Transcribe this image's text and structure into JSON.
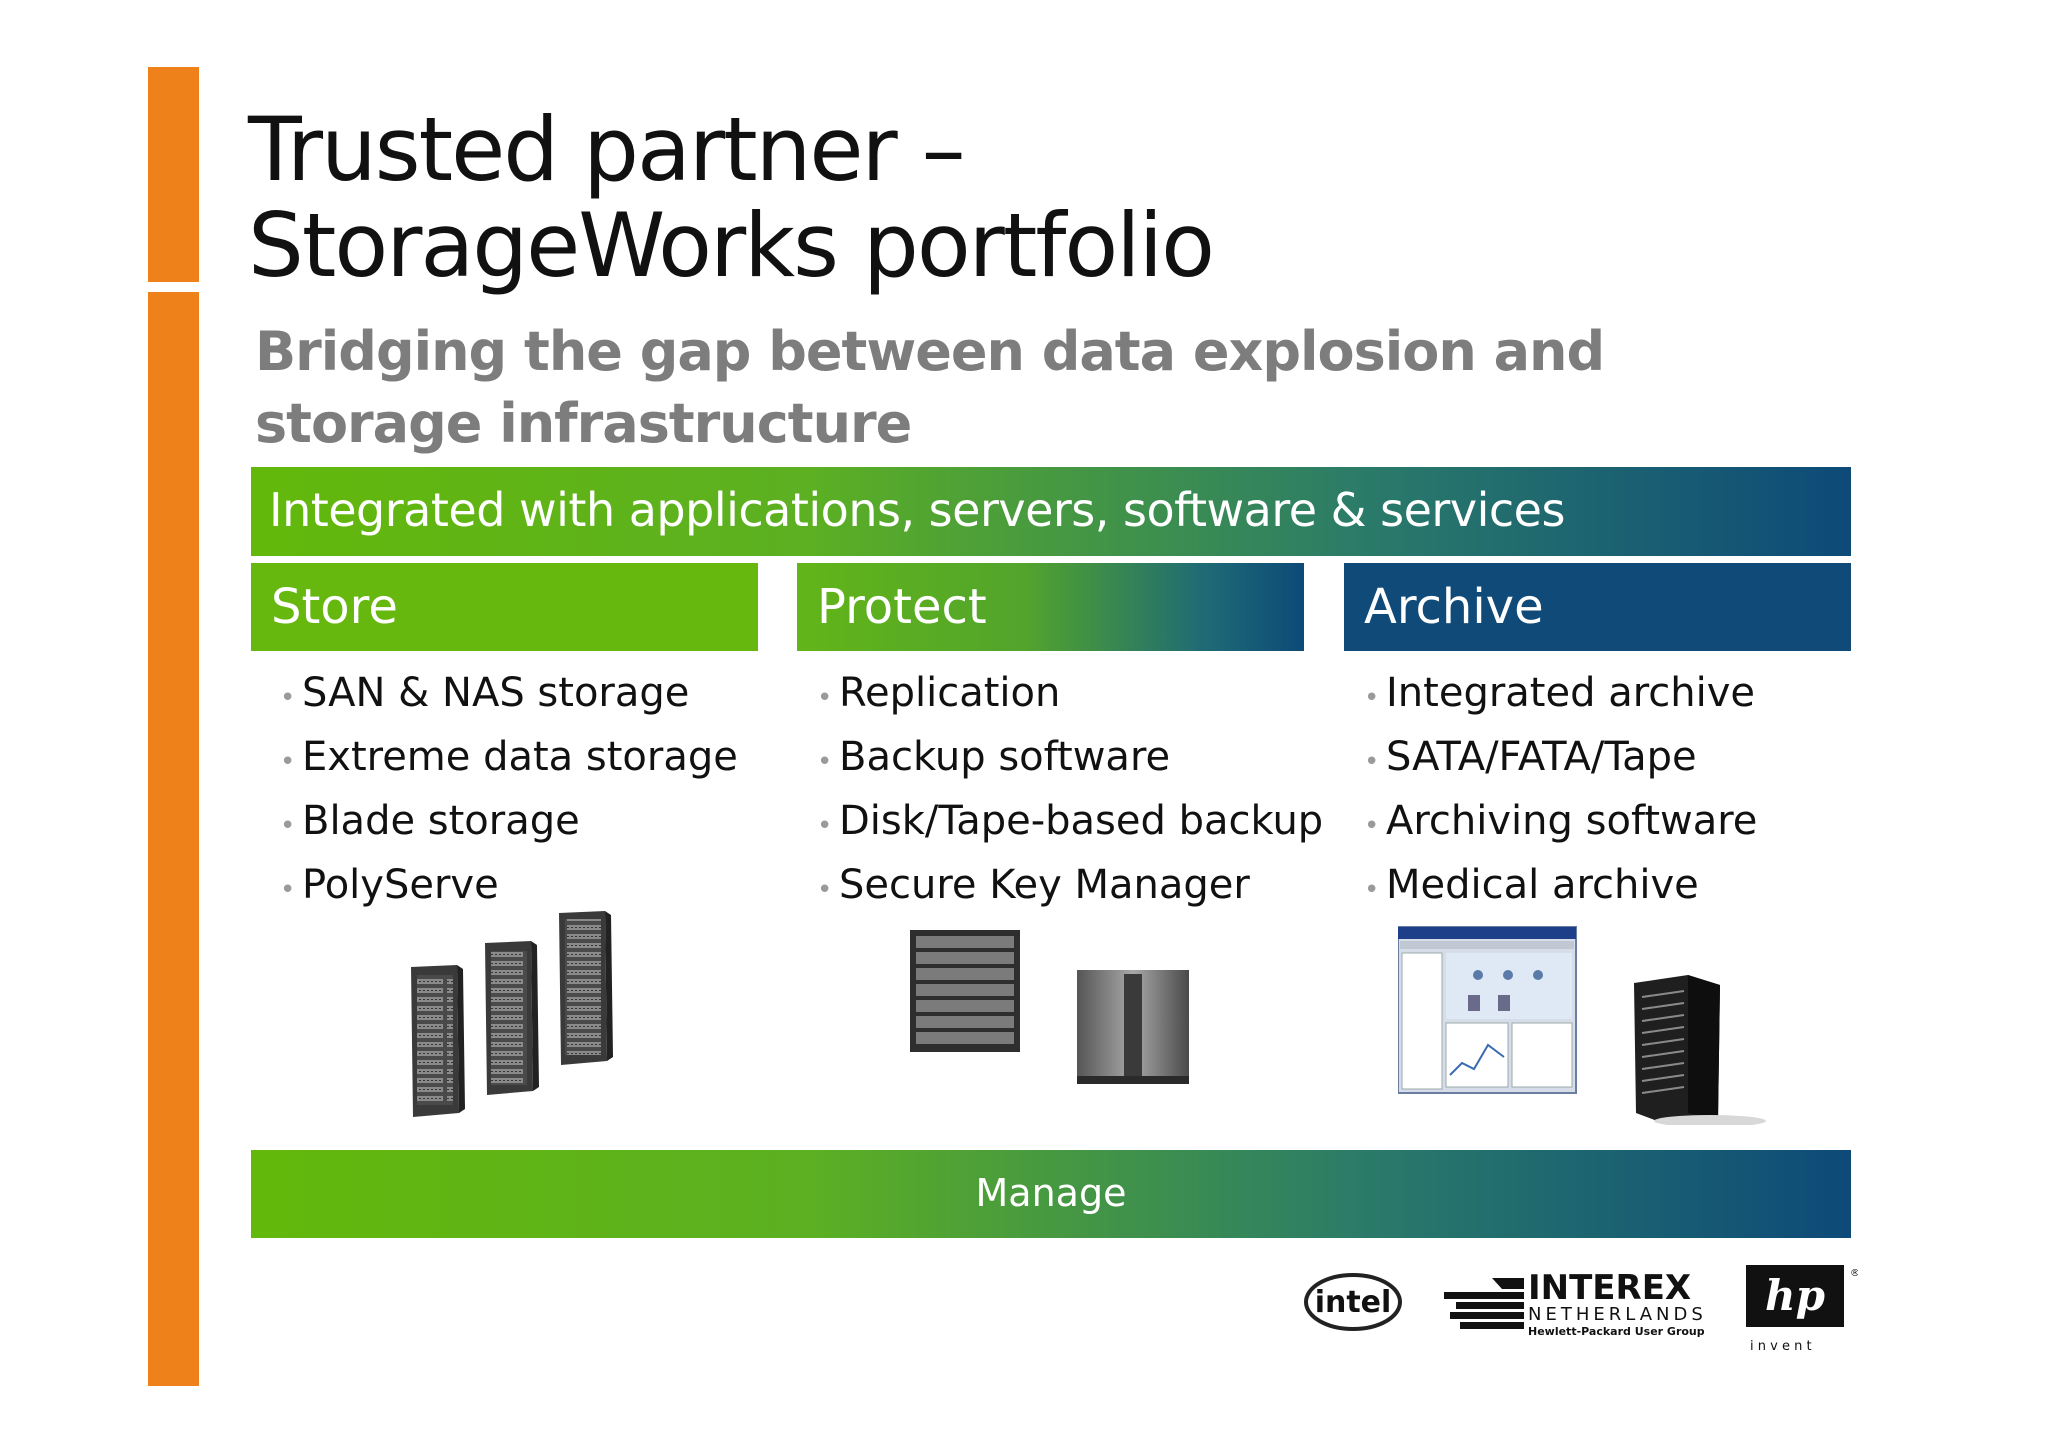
{
  "slide": {
    "title_line1": "Trusted partner –",
    "title_line2": "StorageWorks portfolio",
    "subtitle_line1": "Bridging the gap between data explosion and",
    "subtitle_line2": "storage infrastructure"
  },
  "top_band": {
    "label": "Integrated with applications, servers, software & services"
  },
  "columns": [
    {
      "heading": "Store",
      "items": [
        "SAN & NAS storage",
        "Extreme data storage",
        "Blade storage",
        "PolyServe"
      ]
    },
    {
      "heading": "Protect",
      "items": [
        "Replication",
        "Backup software",
        "Disk/Tape-based backup",
        "Secure Key Manager"
      ]
    },
    {
      "heading": "Archive",
      "items": [
        "Integrated archive",
        "SATA/FATA/Tape",
        "Archiving software",
        "Medical archive"
      ]
    }
  ],
  "bottom_band": {
    "label": "Manage"
  },
  "logos": {
    "intel": "intel",
    "interex_name": "INTEREX",
    "interex_sub": "NETHERLANDS",
    "interex_tag": "Hewlett-Packard User Group",
    "hp_mark": "hp",
    "hp_tag": "i n v e n t",
    "registered": "®"
  },
  "colors": {
    "accent_orange": "#ee8119",
    "green": "#66b80e",
    "blue": "#0f4a78",
    "subtitle_gray": "#7d7d7d"
  },
  "icons": {
    "bullet": "•"
  }
}
